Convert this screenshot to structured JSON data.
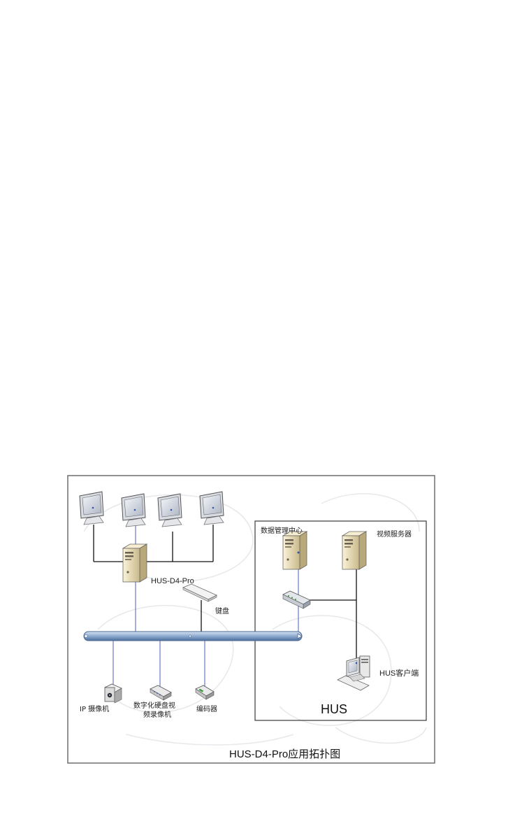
{
  "diagram": {
    "caption": "HUS-D4-Pro应用拓扑图",
    "main_server_label": "HUS-D4-Pro",
    "keyboard_label": "键盘",
    "hus_box_title": "HUS",
    "data_center_label": "数据管理中心",
    "video_server_label": "视频服务器",
    "client_label": "HUS客户端",
    "ip_camera_label": "IP 摄像机",
    "dvr_label_line1": "数字化硬盘视",
    "dvr_label_line2": "频录像机",
    "decoder_label": "编码器"
  }
}
